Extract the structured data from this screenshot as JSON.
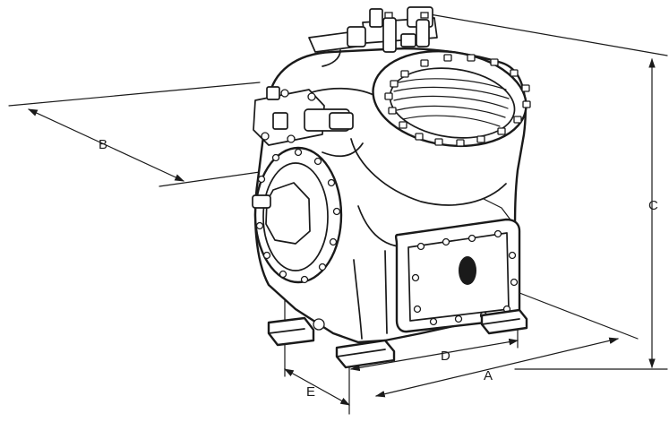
{
  "figure": {
    "dimension_labels": {
      "A": "A",
      "B": "B",
      "C": "C",
      "D": "D",
      "E": "E"
    }
  }
}
